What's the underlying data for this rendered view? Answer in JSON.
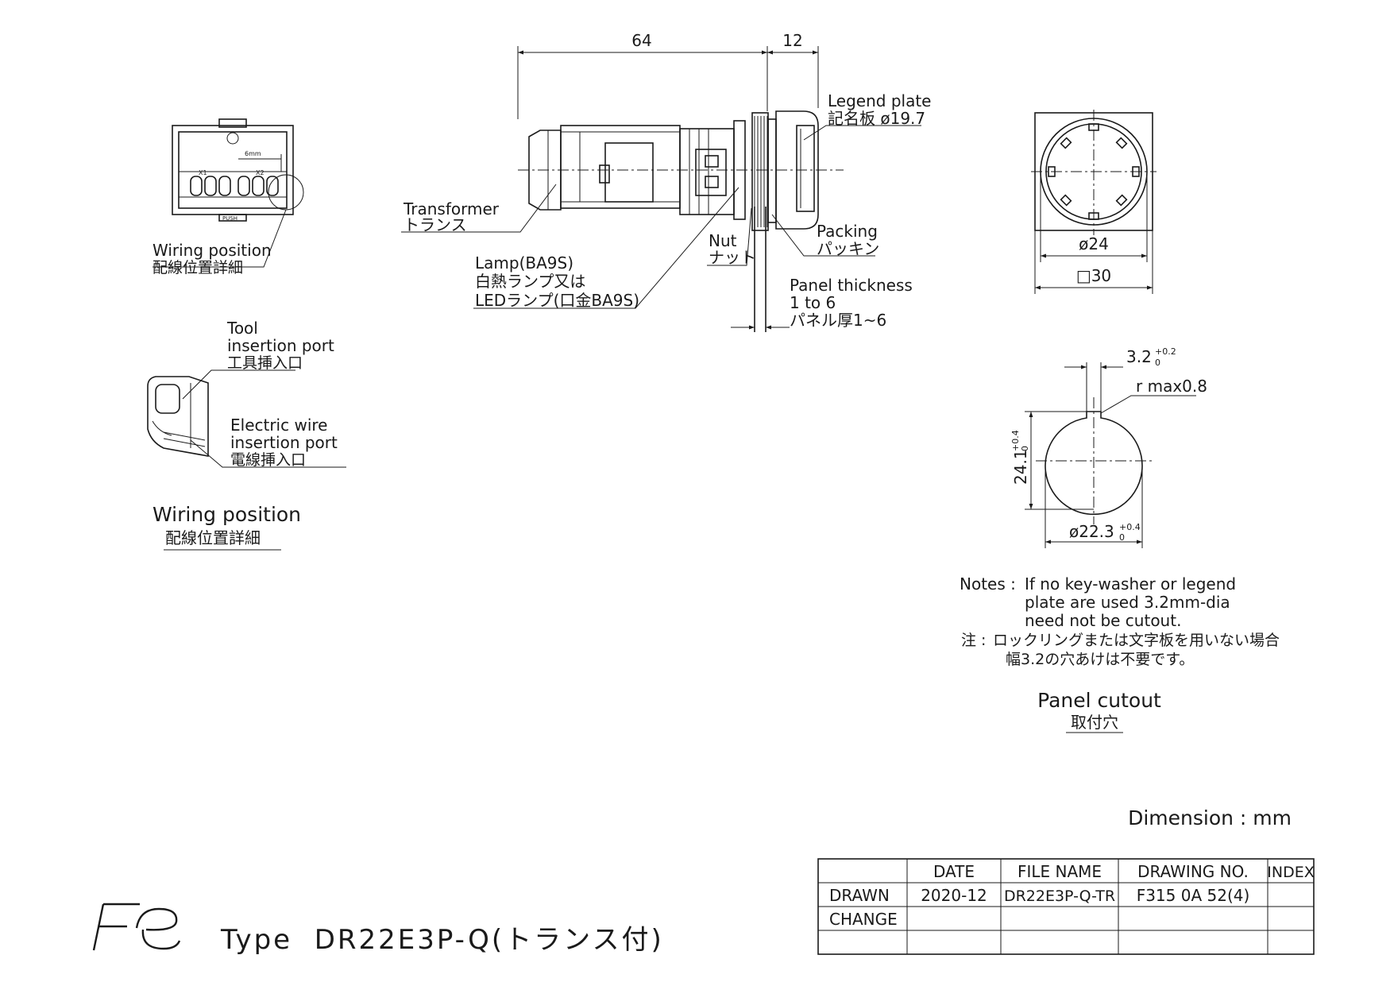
{
  "dimensions": {
    "length": "64",
    "head": "12",
    "body_dia": "ø24",
    "square": "□30",
    "key_width": "3.2",
    "key_width_tol_upper": "+0.2",
    "key_width_tol_lower": "0",
    "key_radius": "r max0.8",
    "cutout_height": "24.1",
    "cutout_height_tol_upper": "+0.4",
    "cutout_height_tol_lower": "0",
    "cutout_dia": "ø22.3",
    "cutout_dia_tol_upper": "+0.4",
    "cutout_dia_tol_lower": "0"
  },
  "labels": {
    "legend_plate_en": "Legend plate",
    "legend_plate_jp": "記名板 ø19.7",
    "transformer_en": "Transformer",
    "transformer_jp": "トランス",
    "packing_en": "Packing",
    "packing_jp": "パッキン",
    "nut_en": "Nut",
    "nut_jp": "ナット",
    "lamp_l1": "Lamp(BA9S)",
    "lamp_l2": "白熱ランプ又は",
    "lamp_l3": "LEDランプ(口金BA9S)",
    "panel_en1": "Panel thickness",
    "panel_en2": "1 to 6",
    "panel_jp": "パネル厚1~6",
    "wiring_ref_en": "Wiring position",
    "wiring_ref_jp": "配線位置詳細",
    "tool_l1": "Tool",
    "tool_l2": "insertion port",
    "tool_jp": "工具挿入口",
    "wire_l1": "Electric wire",
    "wire_l2": "insertion port",
    "wire_jp": "電線挿入口",
    "wiring_title_en": "Wiring position",
    "wiring_title_jp": "配線位置詳細",
    "terminal_small": "6mm",
    "push_small": "PUSH",
    "x1": "X1",
    "x2": "X2"
  },
  "notes": {
    "prefix": "Notes :",
    "l1": "If no key-washer or legend",
    "l2": "plate are used 3.2mm-dia",
    "l3": "need not be cutout.",
    "jp_prefix": "注 :",
    "jp1": "ロックリングまたは文字板を用いない場合",
    "jp2": "幅3.2の穴あけは不要です。"
  },
  "cutout_title": {
    "en": "Panel cutout",
    "jp": "取付穴"
  },
  "dimension_unit": "Dimension : mm",
  "title_block": {
    "headers": [
      "",
      "DATE",
      "FILE NAME",
      "DRAWING NO.",
      "INDEX"
    ],
    "rows": [
      [
        "DRAWN",
        "2020-12",
        "DR22E3P-Q-TR",
        "F315 0A 52(4)",
        ""
      ],
      [
        "CHANGE",
        "",
        "",
        "",
        ""
      ],
      [
        "",
        "",
        "",
        "",
        ""
      ]
    ]
  },
  "type_label": "Type  DR22E3P-Q(トランス付)",
  "logo_text": "Fe"
}
